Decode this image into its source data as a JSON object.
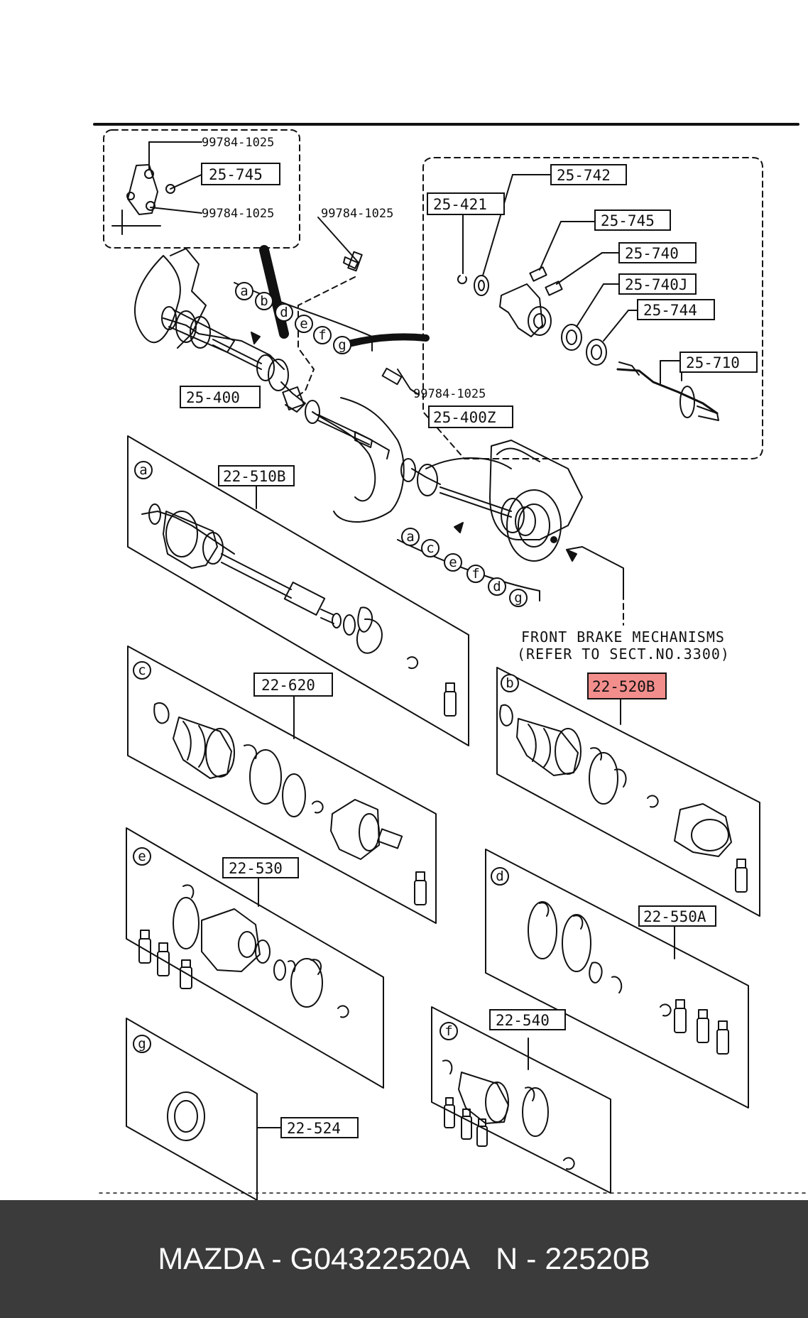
{
  "header": {
    "bolt_label_top": "99784-1025",
    "bolt_label_bottom": "99784-1025",
    "bolt_label_mid": "99784-1025",
    "bolt_label_lower": "99784-1025"
  },
  "callouts": {
    "p25_745_a": "25-745",
    "p25_742": "25-742",
    "p25_421": "25-421",
    "p25_745_b": "25-745",
    "p25_740": "25-740",
    "p25_740J": "25-740J",
    "p25_744": "25-744",
    "p25_710": "25-710",
    "p25_400": "25-400",
    "p25_400Z": "25-400Z",
    "p22_510B": "22-510B",
    "p22_620": "22-620",
    "p22_520B": "22-520B",
    "p22_530": "22-530",
    "p22_550A": "22-550A",
    "p22_540": "22-540",
    "p22_524": "22-524"
  },
  "kit_letters": [
    "a",
    "b",
    "d",
    "e",
    "f",
    "g",
    "a",
    "c",
    "e",
    "f",
    "d",
    "g"
  ],
  "panel_letters": {
    "a": "a",
    "c": "c",
    "b": "b",
    "e": "e",
    "d": "d",
    "g": "g",
    "f": "f"
  },
  "note": {
    "line1": "FRONT BRAKE MECHANISMS",
    "line2": "(REFER TO SECT.NO.3300)"
  },
  "highlight_color": "#e8322d",
  "footer": {
    "brand_part": "MAZDA - G04322520A",
    "ref_part": "N - 22520B"
  }
}
